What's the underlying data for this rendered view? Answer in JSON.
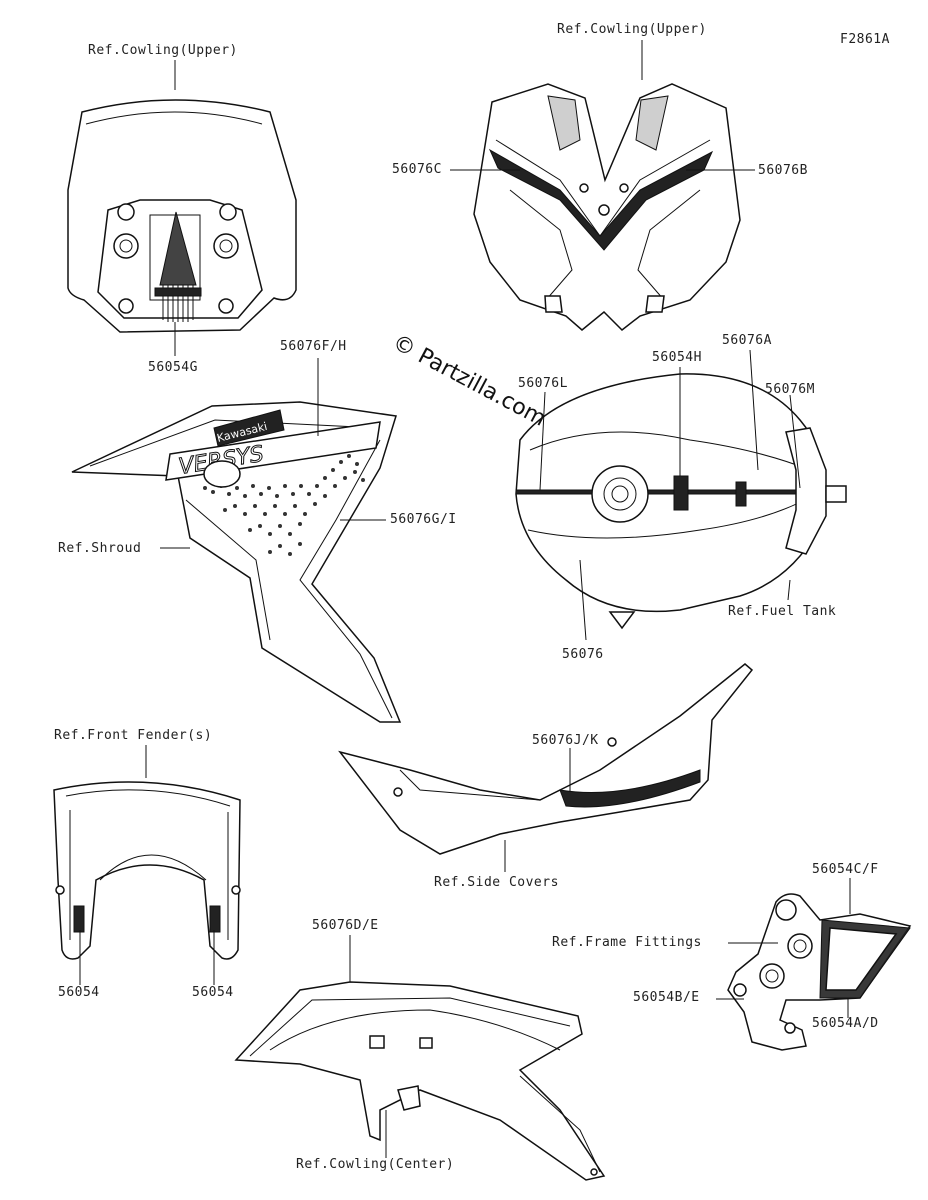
{
  "figure_code": "F2861A",
  "watermark": "© Partzilla.com",
  "labels": {
    "ref_cowling_upper_left": "Ref.Cowling(Upper)",
    "ref_cowling_upper_right": "Ref.Cowling(Upper)",
    "part_56054G": "56054G",
    "part_56076C": "56076C",
    "part_56076B": "56076B",
    "part_56076FH": "56076F/H",
    "part_56076GI": "56076G/I",
    "ref_shroud": "Ref.Shroud",
    "part_56054H": "56054H",
    "part_56076A": "56076A",
    "part_56076L": "56076L",
    "part_56076M": "56076M",
    "ref_fuel_tank": "Ref.Fuel Tank",
    "part_56076": "56076",
    "ref_front_fender": "Ref.Front Fender(s)",
    "part_56076JK": "56076J/K",
    "ref_side_covers": "Ref.Side Covers",
    "part_56054_left": "56054",
    "part_56054_right": "56054",
    "part_56076DE": "56076D/E",
    "part_56054CF": "56054C/F",
    "ref_frame_fittings": "Ref.Frame Fittings",
    "part_56054BE": "56054B/E",
    "part_56054AD": "56054A/D",
    "ref_cowling_center": "Ref.Cowling(Center)"
  },
  "decal_text": {
    "brand": "Kawasaki",
    "model": "VERSYS"
  },
  "icons": [
    "windshield-part",
    "upper-cowling-part",
    "shroud-part",
    "fuel-tank-part",
    "front-fender-part",
    "side-cover-part",
    "center-cowling-part",
    "frame-fitting-part"
  ]
}
